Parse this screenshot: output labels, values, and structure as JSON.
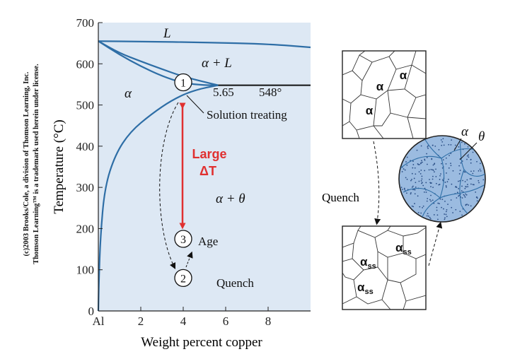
{
  "copyright": {
    "line1": "(c)2003 Brooks/Cole, a division of Thomson Learning, Inc.",
    "line2": "Thomson Learning™ is a trademark used herein under license."
  },
  "colors": {
    "plot_background": "#dde8f4",
    "phase_boundary": "#2e6ea6",
    "eutectic_line": "#111111",
    "arrow_red": "#e03030",
    "precipitate_fill": "#9bbbe0",
    "precipitate_dot": "#2b4f86"
  },
  "chart_data": {
    "type": "line",
    "title": "",
    "xlabel": "Weight percent copper",
    "ylabel": "Temperature (°C)",
    "xlim": [
      0,
      10
    ],
    "ylim": [
      0,
      700
    ],
    "x_ticks": [
      0,
      2,
      4,
      6,
      8
    ],
    "x_tick_labels": [
      "Al",
      "2",
      "4",
      "6",
      "8"
    ],
    "y_ticks": [
      0,
      100,
      200,
      300,
      400,
      500,
      600,
      700
    ],
    "y_tick_labels": [
      "0",
      "100",
      "200",
      "300",
      "400",
      "500",
      "600",
      "700"
    ],
    "grid": false,
    "series": [
      {
        "points": [
          [
            0,
            655
          ],
          [
            2,
            654
          ],
          [
            5,
            652
          ],
          [
            8,
            648
          ],
          [
            10,
            640
          ]
        ]
      },
      {
        "points": [
          [
            0,
            655
          ],
          [
            1,
            626
          ],
          [
            2,
            606
          ],
          [
            3,
            587
          ],
          [
            4,
            569
          ],
          [
            5,
            556
          ],
          [
            5.65,
            548
          ]
        ]
      },
      {
        "points": [
          [
            0,
            655
          ],
          [
            1,
            622
          ],
          [
            2,
            594
          ],
          [
            3,
            570
          ],
          [
            4,
            553
          ],
          [
            5,
            548
          ],
          [
            5.65,
            548
          ]
        ]
      },
      {
        "points": [
          [
            0,
            0
          ],
          [
            0.03,
            80
          ],
          [
            0.1,
            180
          ],
          [
            0.3,
            300
          ],
          [
            0.8,
            380
          ],
          [
            1.5,
            435
          ],
          [
            2.5,
            478
          ],
          [
            3.5,
            513
          ],
          [
            4.5,
            536
          ],
          [
            5.65,
            548
          ]
        ]
      },
      {
        "points": [
          [
            5.65,
            548
          ],
          [
            10,
            548
          ]
        ]
      }
    ],
    "annotations": {
      "liquid": "L",
      "alpha_plus_liquid": "α + L",
      "alpha": "α",
      "alpha_plus_theta": "α + θ",
      "eutectic_composition": "5.65",
      "eutectic_temperature": "548°",
      "solution_treating": "Solution treating",
      "large_dt_line1": "Large",
      "large_dt_line2": "ΔT",
      "age": "Age",
      "quench": "Quench"
    },
    "process_points": [
      {
        "number": "1",
        "x": 4,
        "y": 555
      },
      {
        "number": "3",
        "x": 4,
        "y": 175
      },
      {
        "number": "2",
        "x": 4,
        "y": 80
      }
    ]
  },
  "microstructure": {
    "top_grains": [
      "α",
      "α",
      "α"
    ],
    "quench_label": "Quench",
    "precipitate_labels": [
      "α",
      "θ"
    ],
    "bottom_grain_base": "α",
    "bottom_grain_sub": "ss",
    "bottom_grain_count": 3
  }
}
